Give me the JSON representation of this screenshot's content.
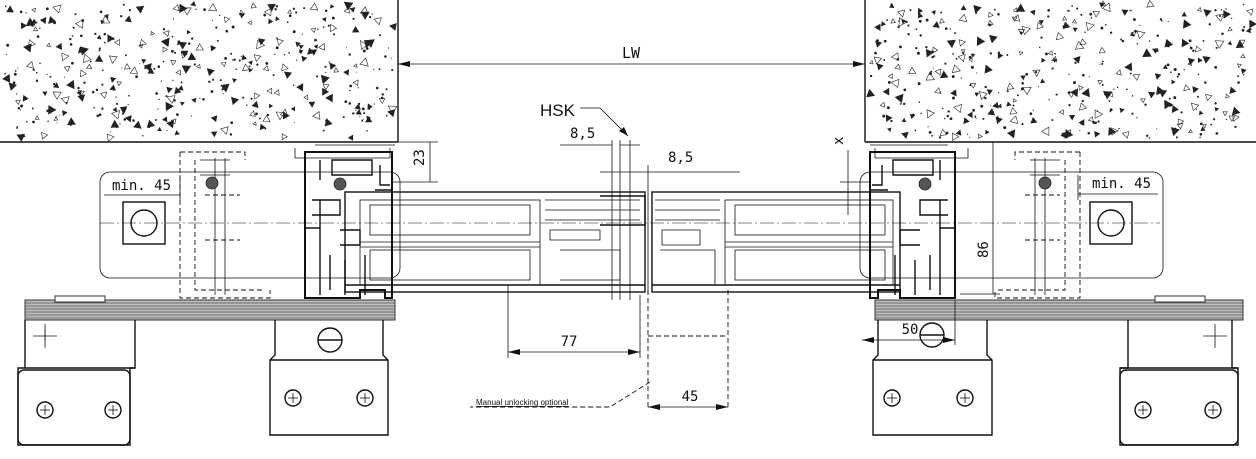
{
  "dimensions": {
    "lw": "LW",
    "hsk": "HSK",
    "d8_5_a": "8,5",
    "d8_5_b": "8,5",
    "d23": "23",
    "dx": "x",
    "d86": "86",
    "min45_left": "min. 45",
    "min45_right": "min. 45",
    "d77": "77",
    "d45": "45",
    "d50": "50"
  },
  "annotations": {
    "manual_unlocking": "Manual unlocking optional"
  },
  "colors": {
    "line": "#111111",
    "roller_fill": "#9a9a9a",
    "background": "#ffffff"
  },
  "icons": {
    "screw_symbol": "cross-in-circle",
    "slotted_screw": "slot-in-circle",
    "mount_mark": "plus"
  }
}
